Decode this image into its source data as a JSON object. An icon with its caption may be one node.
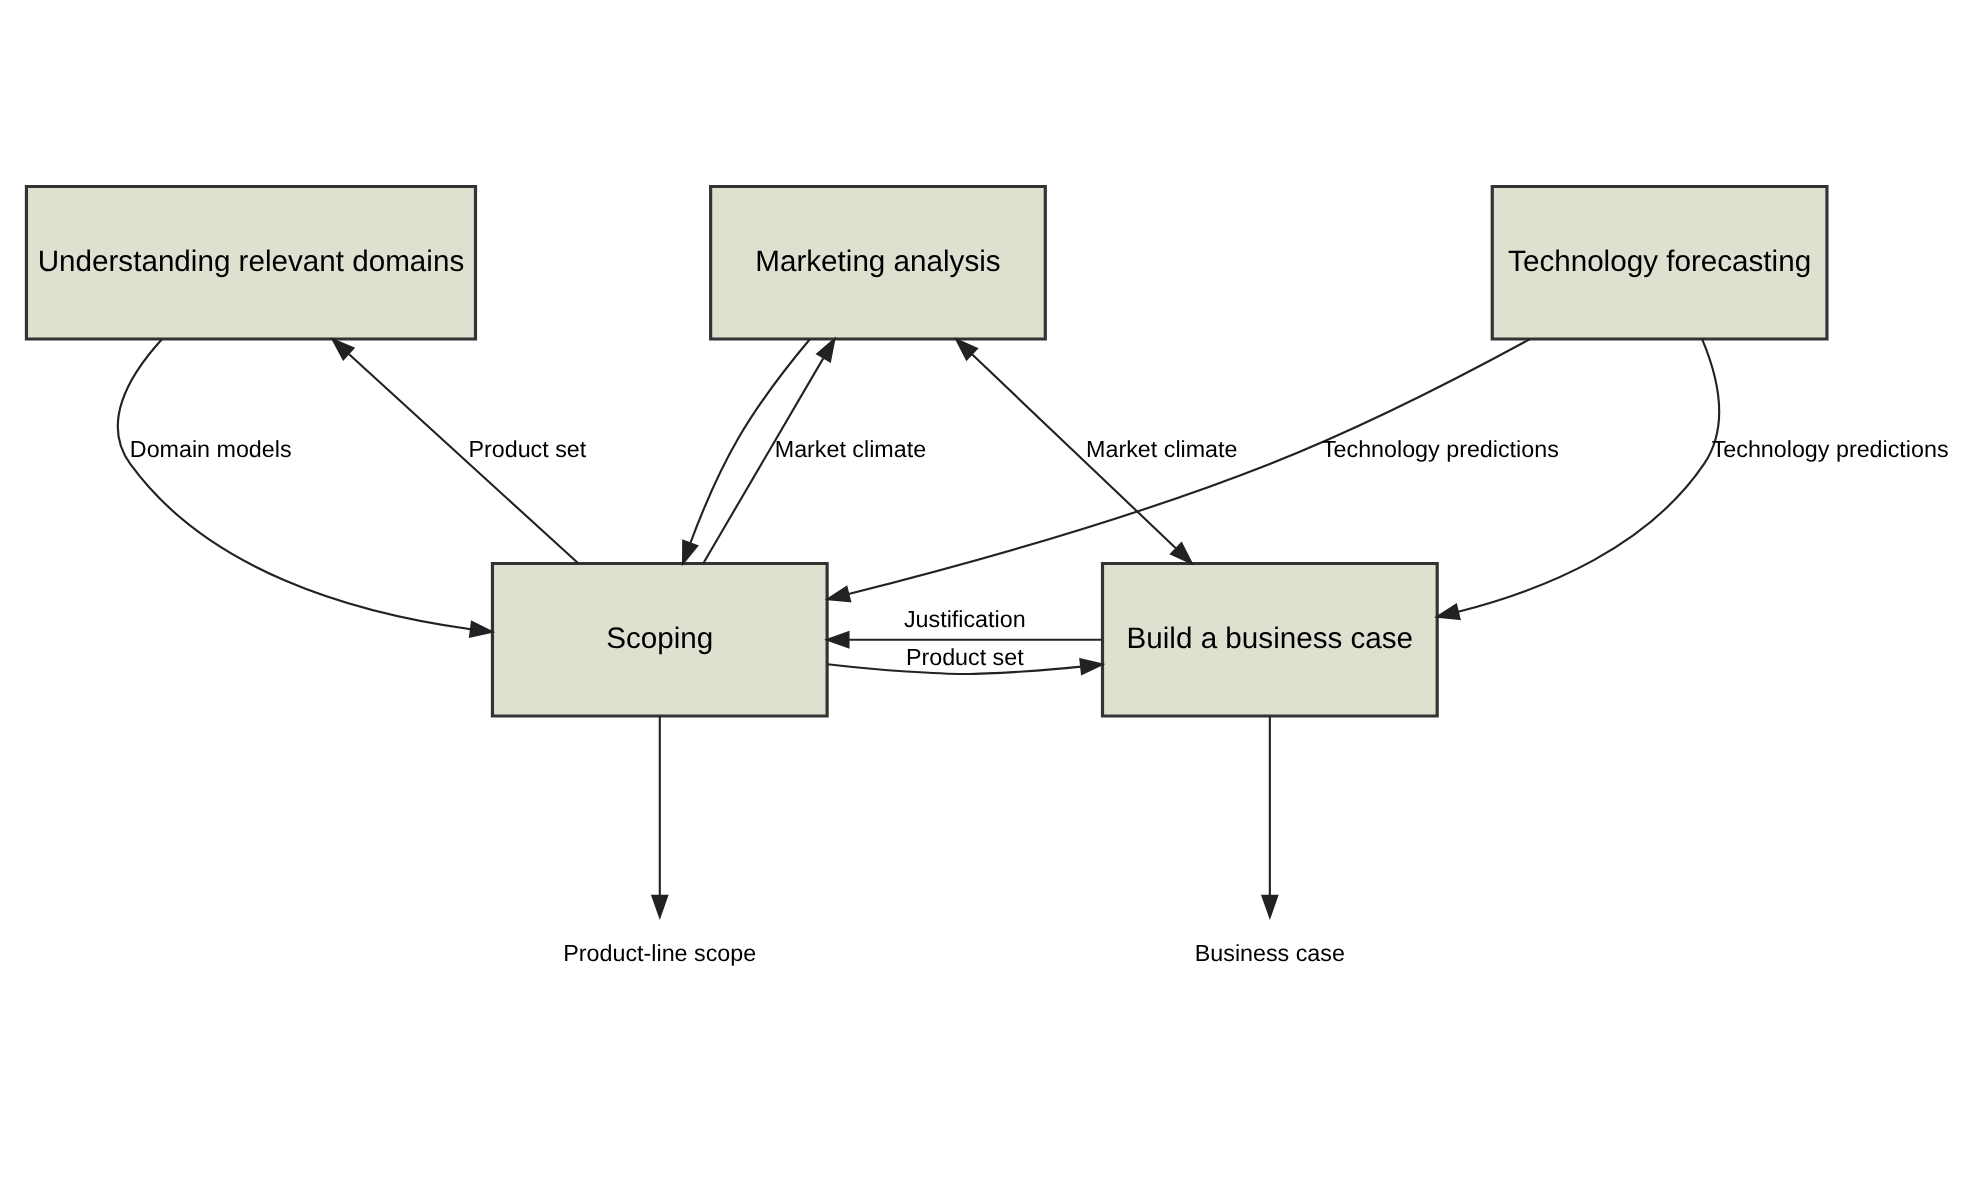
{
  "diagram": {
    "nodes": [
      {
        "text": [
          "Understanding relevant domains"
        ]
      },
      {
        "text": [
          "Marketing analysis"
        ]
      },
      {
        "text": [
          "Technology forecasting"
        ]
      },
      {
        "text": [
          "Scoping"
        ]
      },
      {
        "text": [
          "Build a business case"
        ]
      },
      {
        "text": [
          "Product-line scope"
        ]
      },
      {
        "text": [
          "Business case"
        ]
      }
    ],
    "edges": [
      {
        "from": 0,
        "to": 3,
        "arrow": "to",
        "label": "Domain models"
      },
      {
        "from": 3,
        "to": 0,
        "arrow": "to",
        "label": "Product set"
      },
      {
        "from": 1,
        "to": 3,
        "arrow": "to"
      },
      {
        "from": 3,
        "to": 1,
        "arrow": "to",
        "label": "Market climate"
      },
      {
        "from": 2,
        "to": 3,
        "arrow": "to",
        "label": "Technology predictions"
      },
      {
        "from": 1,
        "to": 4,
        "arrow": "both",
        "label": "Market climate"
      },
      {
        "from": 2,
        "to": 4,
        "arrow": "to",
        "label": "Technology predictions"
      },
      {
        "from": 4,
        "to": 3,
        "arrow": "to",
        "label": "Justification"
      },
      {
        "from": 3,
        "to": 4,
        "arrow": "to",
        "label": "Product set"
      },
      {
        "from": 3,
        "to": 5,
        "arrow": "to"
      },
      {
        "from": 4,
        "to": 6,
        "arrow": "to"
      }
    ]
  }
}
